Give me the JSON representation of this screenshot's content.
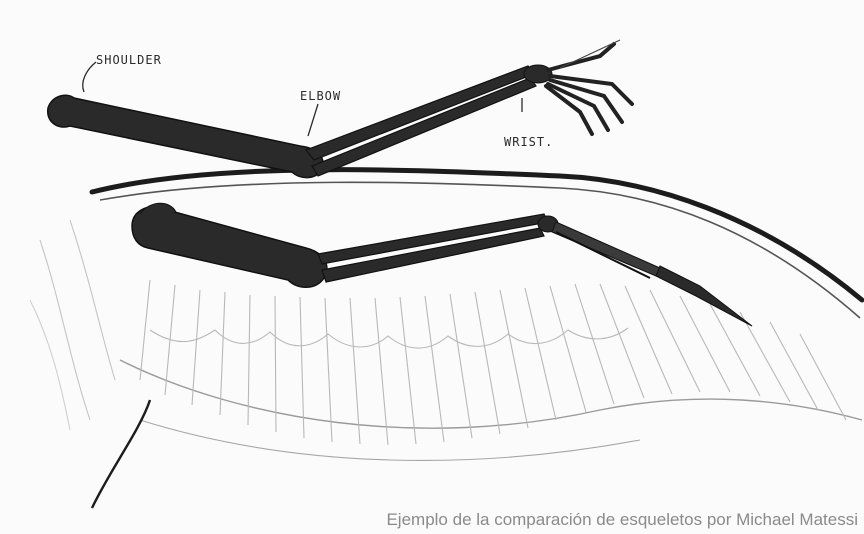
{
  "labels": {
    "shoulder": "SHOULDER",
    "elbow": "ELBOW",
    "wrist": "WRIST."
  },
  "caption": "Ejemplo de la comparación de esqueletos por Michael Matessi",
  "colors": {
    "bone": "#2a2a2a",
    "sketch_line": "#b4b4b4",
    "outline": "#1a1a1a",
    "caption": "#8a8a8a"
  }
}
